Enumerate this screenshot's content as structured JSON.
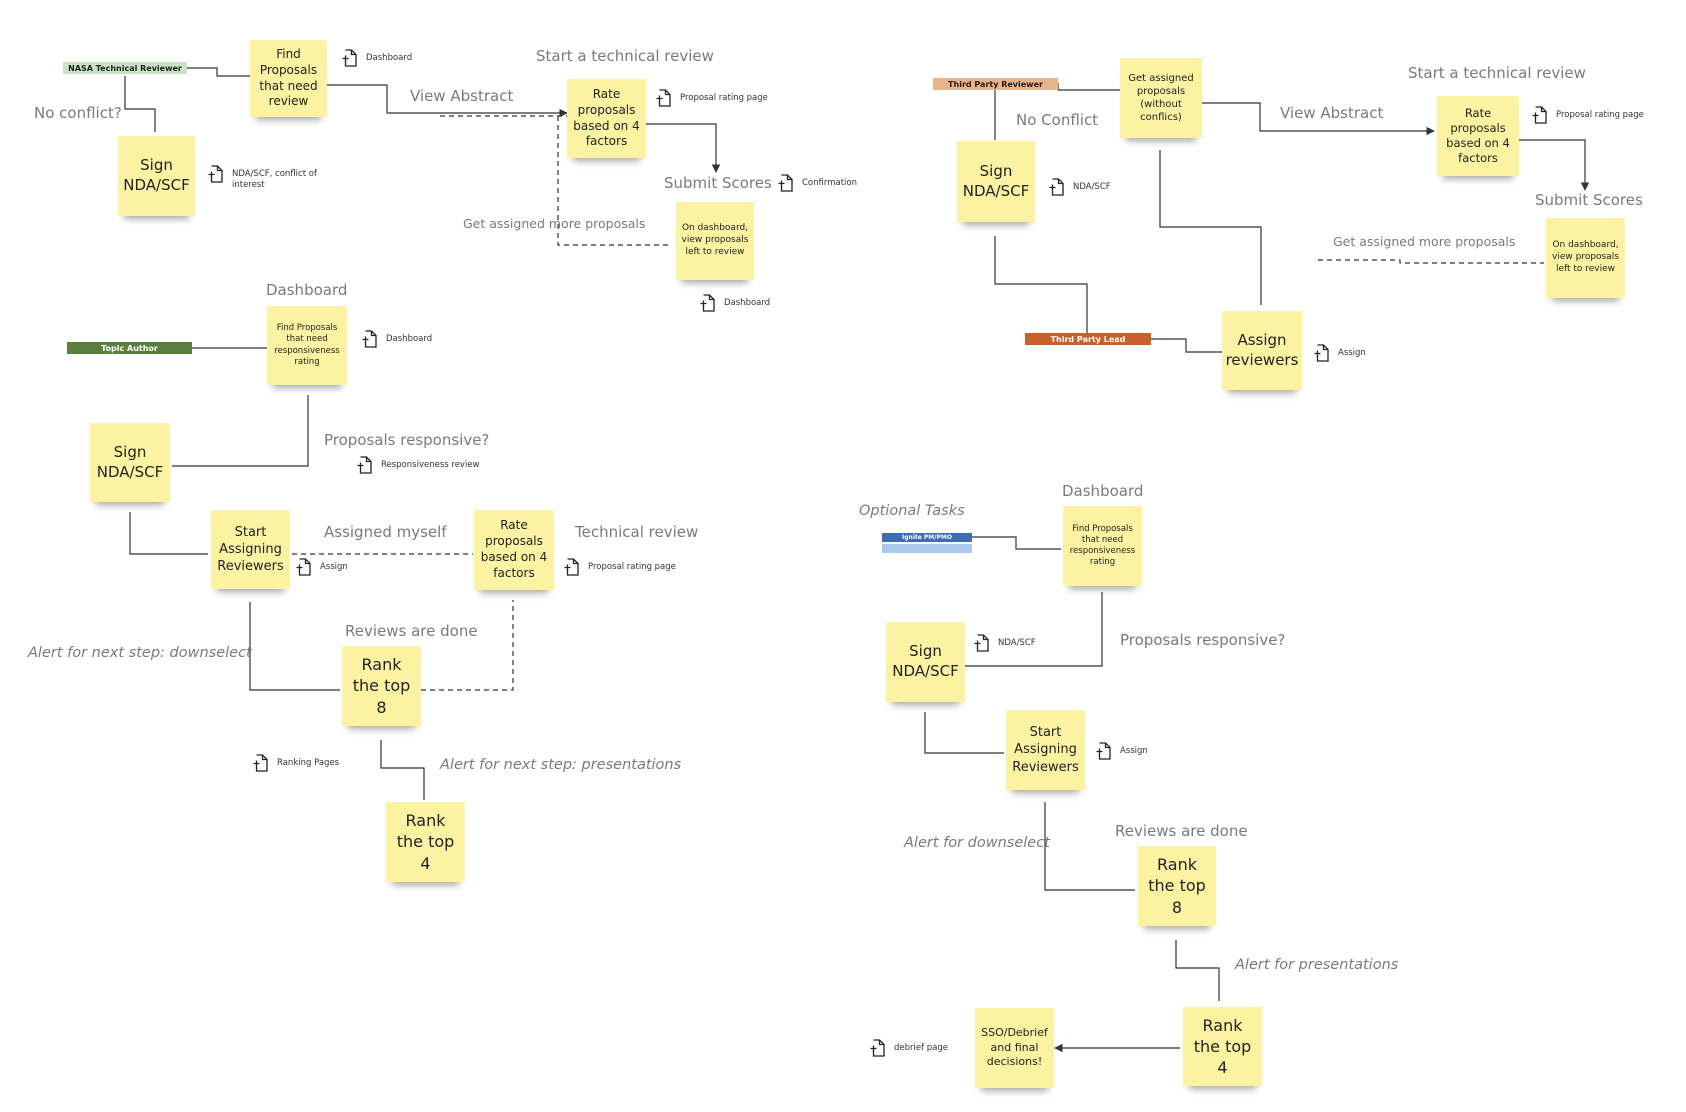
{
  "colors": {
    "sticky": "#fbf3a2",
    "connector": "#333333",
    "tag_nasa": "#c9e4c5",
    "tag_topic_author": "#5a7f3e",
    "tag_third_party_reviewer": "#e8b48c",
    "tag_third_party_lead": "#c8602c",
    "tag_ignite": "#3e6bb5",
    "tag_ignite_under": "#a9c8ec"
  },
  "icons": {
    "page_reference": "document-plus-icon"
  },
  "tags": {
    "nasa_reviewer": "NASA Technical Reviewer",
    "topic_author": "Topic Author",
    "third_party_reviewer": "Third Party Reviewer",
    "third_party_lead": "Third Party Lead",
    "ignite": "Ignite PM/PMO"
  },
  "notes": {
    "n1": "Find Proposals that need review",
    "n2": "Sign NDA/SCF",
    "n3": "Rate proposals based on 4 factors",
    "n4": "On dashboard, view proposals left to review",
    "n5": "Find Proposals that need responsiveness rating",
    "n6": "Sign NDA/SCF",
    "n7": "Start Assigning Reviewers",
    "n8": "Rate proposals based on 4 factors",
    "n9": "Rank the top 8",
    "n10": "Rank the top 4",
    "n11": "Get assigned proposals (without conflics)",
    "n12": "Sign NDA/SCF",
    "n13": "Rate proposals based on 4 factors",
    "n14": "On dashboard, view proposals left to review",
    "n15": "Assign reviewers",
    "n16": "Find Proposals that need responsiveness rating",
    "n17": "Sign NDA/SCF",
    "n18": "Start Assigning Reviewers",
    "n19": "Rank the top 8",
    "n20": "Rank the top 4",
    "n21": "SSO/Debrief and final decisions!"
  },
  "labels": {
    "l1": "No conflict?",
    "l2": "View Abstract",
    "l3": "Start a technical review",
    "l4": "Submit Scores",
    "l5": "Get assigned more proposals",
    "l6": "Dashboard",
    "l7": "Proposals responsive?",
    "l8": "Assigned myself",
    "l9": "Technical review",
    "l10": "Reviews are done",
    "l11": "Alert for next step: downselect",
    "l12": "Alert for next step: presentations",
    "l13": "No Conflict",
    "l14": "View Abstract",
    "l15": "Start a technical review",
    "l16": "Submit Scores",
    "l17": "Get assigned more proposals",
    "l18": "Dashboard",
    "l19": "Optional Tasks",
    "l20": "Proposals responsive?",
    "l21": "Alert for downselect",
    "l22": "Reviews are done",
    "l23": "Alert for presentations"
  },
  "refs": {
    "r1": "Dashboard",
    "r2": "Proposal rating page",
    "r3": "NDA/SCF, conflict of interest",
    "r4": "Confirmation",
    "r5": "Dashboard",
    "r6": "Dashboard",
    "r7": "Responsiveness review",
    "r8": "Assign",
    "r9": "Proposal rating page",
    "r10": "Ranking Pages",
    "r11": "Proposal rating page",
    "r12": "NDA/SCF",
    "r13": "Assign",
    "r14": "NDA/SCF",
    "r15": "Assign",
    "r16": "debrief page"
  }
}
